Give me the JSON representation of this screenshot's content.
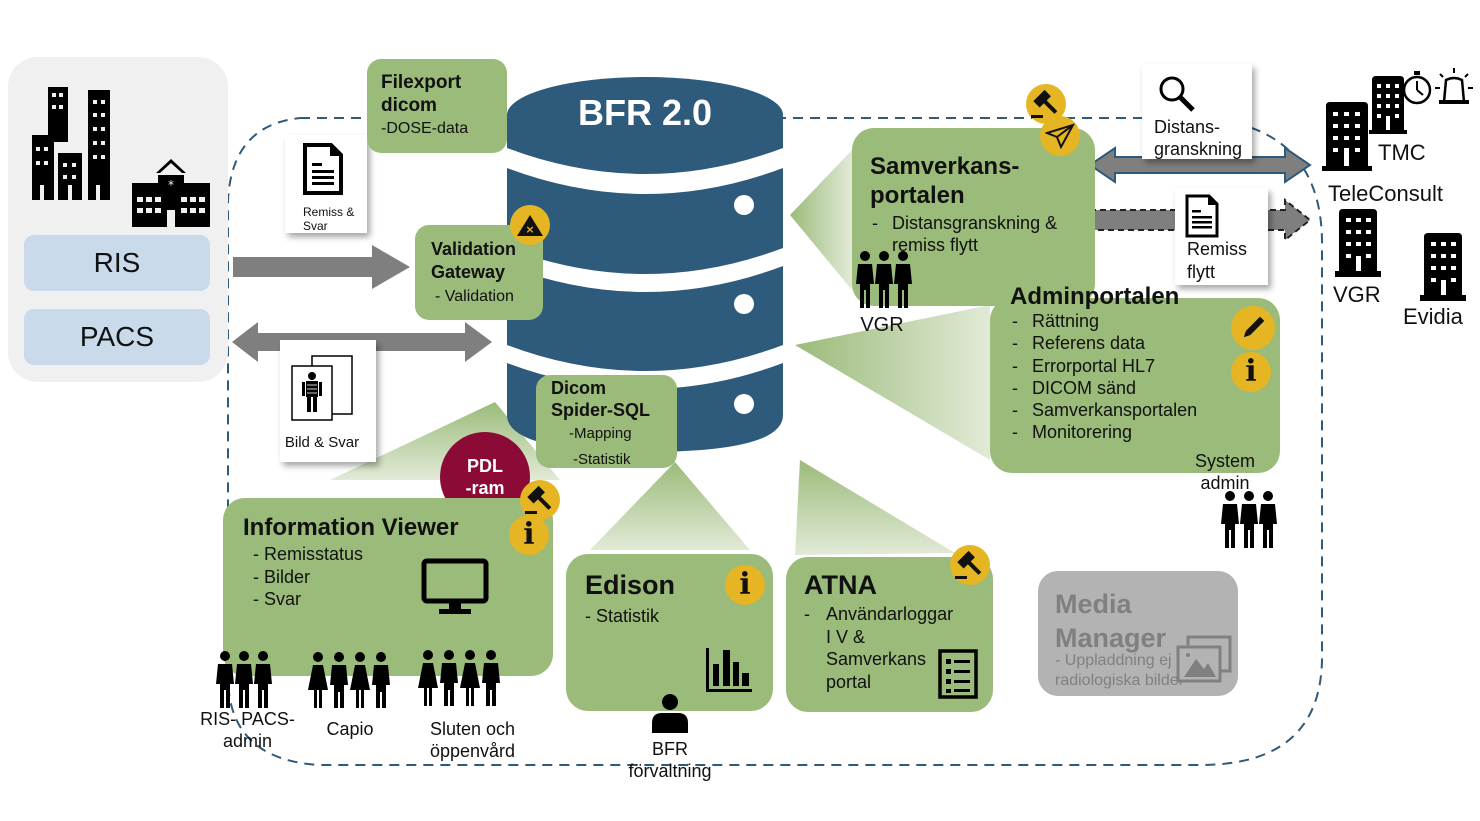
{
  "title": "BFR 2.0",
  "colors": {
    "db_blue": "#2e5a7c",
    "box_green": "#9bbb7a",
    "badge_yellow": "#e6b523",
    "pdl_red": "#8b0a36",
    "ris_box_blue": "#c9daea",
    "source_panel_gray": "#f0f0f0",
    "arrow_gray": "#7f7f7f",
    "media_gray": "#b3b3b3"
  },
  "source_panel": {
    "icons": [
      "city-buildings-icon",
      "hospital-icon"
    ],
    "ris_label": "RIS",
    "pacs_label": "PACS"
  },
  "cards": {
    "remiss_svar": {
      "icon": "document-icon",
      "label_line1": "Remiss &",
      "label_line2": "Svar"
    },
    "bild_svar": {
      "icon": "xray-images-icon",
      "label": "Bild & Svar"
    },
    "distansgranskning": {
      "icon": "magnifier-icon",
      "label_line1": "Distans-",
      "label_line2": "granskning"
    },
    "remiss_flytt": {
      "icon": "document-icon",
      "label_line1": "Remiss",
      "label_line2": "flytt"
    }
  },
  "filexport": {
    "title_line1": "Filexport",
    "title_line2": "dicom",
    "item": "-DOSE-data"
  },
  "validation": {
    "title_line1": "Validation",
    "title_line2": "Gateway",
    "item": "- Validation",
    "badge_icon": "warning-triangle-icon"
  },
  "dicom_spider": {
    "title_line1": "Dicom",
    "title_line2": "Spider-SQL",
    "items": [
      "-Mapping",
      "-Statistik"
    ]
  },
  "pdl": {
    "line1": "PDL",
    "line2": "-ram"
  },
  "samverkan": {
    "title_line1": "Samverkans-",
    "title_line2": "portalen",
    "items": [
      "Distansgranskning &",
      "remiss flytt"
    ],
    "users_label": "VGR",
    "badges": [
      "gavel-icon",
      "paper-plane-icon"
    ]
  },
  "adminportalen": {
    "title": "Adminportalen",
    "items": [
      "Rättning",
      "Referens data",
      "Errorportal HL7",
      "DICOM sänd",
      "Samverkansportalen",
      "Monitorering"
    ],
    "users_label_line1": "System",
    "users_label_line2": "admin",
    "badges": [
      "pencil-icon",
      "info-icon"
    ]
  },
  "information_viewer": {
    "title": "Information Viewer",
    "items": [
      "- Remisstatus",
      "- Bilder",
      "- Svar"
    ],
    "badges": [
      "gavel-icon",
      "info-icon"
    ],
    "user_groups": [
      {
        "line1": "RIS- PACS-",
        "line2": "admin"
      },
      {
        "line1": "Capio",
        "line2": ""
      },
      {
        "line1": "Sluten och",
        "line2": "öppenvård"
      }
    ]
  },
  "edison": {
    "title": "Edison",
    "item": "- Statistik",
    "users_label_line1": "BFR",
    "users_label_line2": "förvaltning"
  },
  "atna": {
    "title": "ATNA",
    "item_lines": [
      "Användarloggar",
      "I V &",
      "Samverkans",
      "portal"
    ]
  },
  "media_manager": {
    "title_line1": "Media",
    "title_line2": "Manager",
    "item_line1": "- Uppladdning ej",
    "item_line2": "radiologiska bilder"
  },
  "external": {
    "teleconsult": "TeleConsult",
    "tmc": "TMC",
    "vgr": "VGR",
    "evidia": "Evidia"
  }
}
